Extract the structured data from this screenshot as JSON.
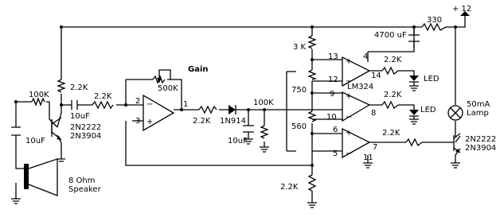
{
  "supply": {
    "voltage": "+ 12",
    "resistor": "330",
    "cap": "4700 uF"
  },
  "mic_stage": {
    "r_base": "100K",
    "r_collector": "2.2K",
    "c_coupling": "10uF",
    "r_series": "2.2K",
    "transistor": [
      "2N2222",
      "2N3904"
    ],
    "c_speaker": "10uF"
  },
  "speaker": [
    "8 Ohm",
    "Speaker"
  ],
  "opamp": {
    "gain_title": "Gain",
    "pot": "500K",
    "pin_in_neg": "2",
    "pin_in_pos": "3",
    "pin_out": "1",
    "r_out": "2.2K",
    "diode": "1N914",
    "c_hold": "10uF",
    "r_hold": "100K"
  },
  "ladder": {
    "r_top": "3 K",
    "r_mid1": "750",
    "r_mid2": "560",
    "r_bottom": "2.2K"
  },
  "comparators": {
    "c1": {
      "pin_pos": "13",
      "pin_neg": "12",
      "pin_out": "14",
      "pin_vcc": "4",
      "r_out": "2.2K",
      "led": "LED"
    },
    "c2": {
      "pin_pos": "9",
      "pin_neg": "10",
      "pin_out": "8",
      "r_out": "2.2K",
      "led": "LED"
    },
    "c3": {
      "pin_pos": "6",
      "pin_neg": "5",
      "pin_out": "7",
      "pin_gnd": "11",
      "r_out": "2.2K"
    },
    "chip": "LM324"
  },
  "lamp": {
    "label": [
      "50mA",
      "Lamp"
    ],
    "transistor": [
      "2N2222",
      "2N3904"
    ]
  }
}
